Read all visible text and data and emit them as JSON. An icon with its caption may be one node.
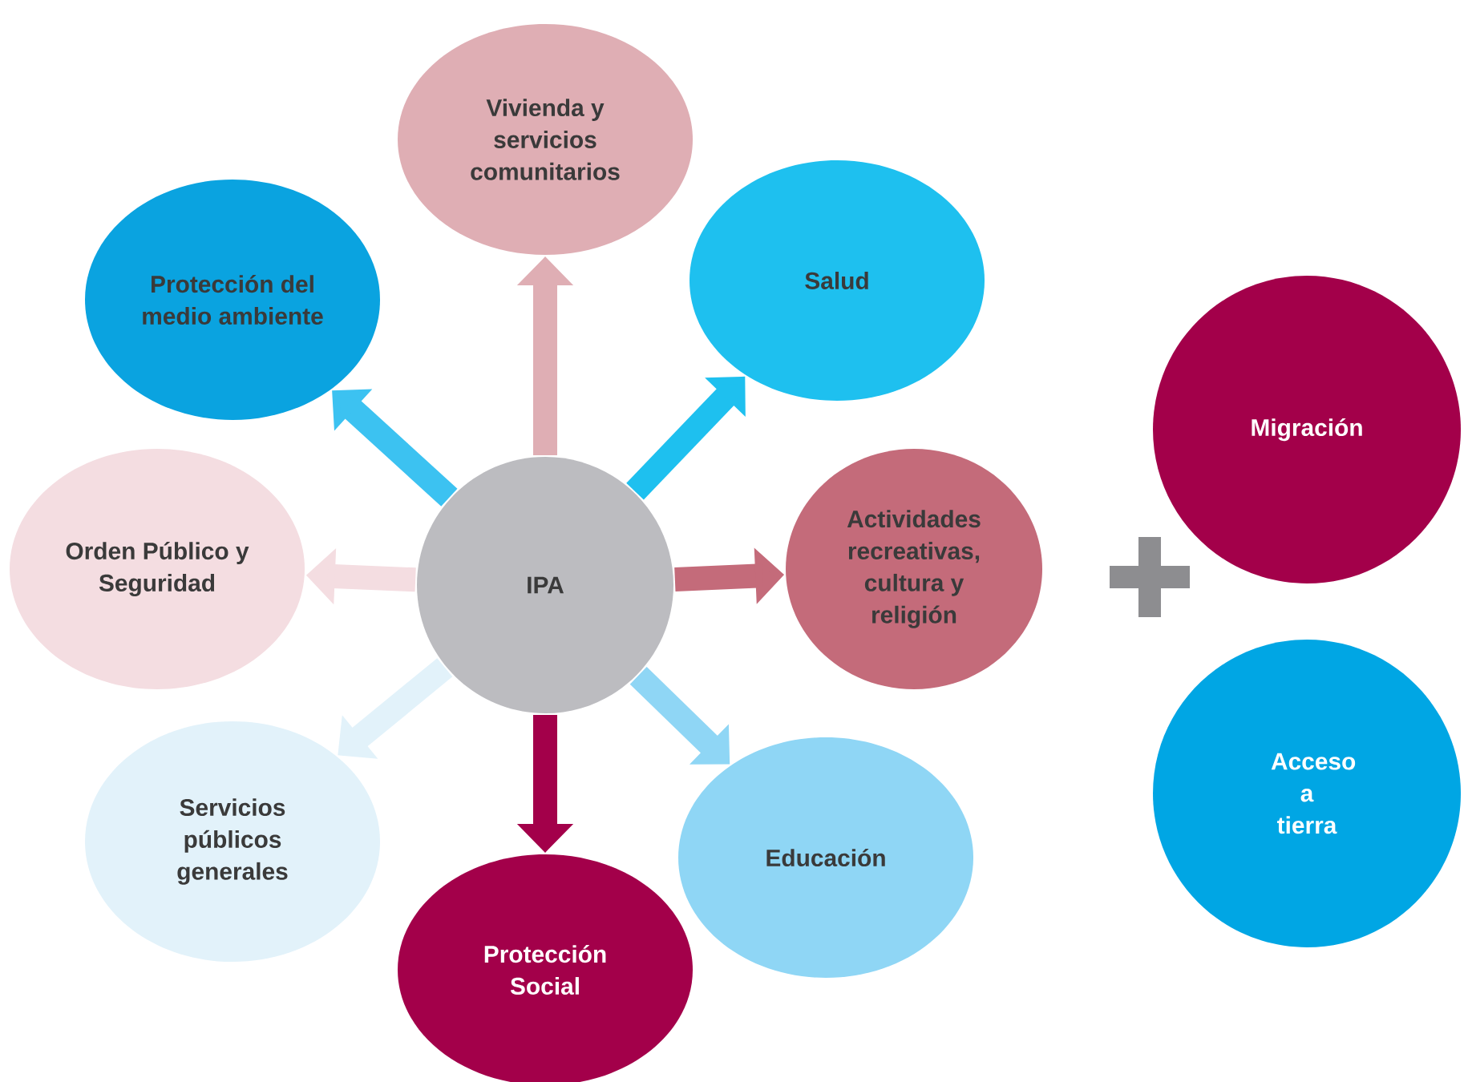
{
  "diagram": {
    "nodes": [
      {
        "text": [
          "Vivienda y servicios comunitarios"
        ]
      },
      {
        "text": [
          "Protección del medio ambiente"
        ]
      },
      {
        "text": [
          "Salud"
        ]
      },
      {
        "text": [
          "Migración"
        ]
      },
      {
        "text": [
          "Orden Público y Seguridad"
        ]
      },
      {
        "text": [
          "IPA"
        ]
      },
      {
        "text": [
          "Actividades recreativas, cultura y religión"
        ]
      },
      {
        "text": [
          "Acceso a tierra"
        ]
      },
      {
        "text": [
          "Servicios públicos generales"
        ]
      },
      {
        "text": [
          "Educación"
        ]
      },
      {
        "text": [
          "Protección Social"
        ]
      }
    ],
    "edges": [
      {
        "from": 5,
        "to": 0,
        "arrow": "to",
        "color": "#dfaeb4"
      },
      {
        "from": 5,
        "to": 1,
        "arrow": "to",
        "color": "#3cc2f1"
      },
      {
        "from": 5,
        "to": 2,
        "arrow": "to",
        "color": "#1ec0ef"
      },
      {
        "from": 5,
        "to": 4,
        "arrow": "to",
        "color": "#f4dde1"
      },
      {
        "from": 5,
        "to": 6,
        "arrow": "to",
        "color": "#c46b7a"
      },
      {
        "from": 5,
        "to": 8,
        "arrow": "to",
        "color": "#e2f2fa"
      },
      {
        "from": 5,
        "to": 9,
        "arrow": "to",
        "color": "#8fd6f5"
      },
      {
        "from": 5,
        "to": 10,
        "arrow": "to",
        "color": "#a3004a"
      }
    ]
  }
}
